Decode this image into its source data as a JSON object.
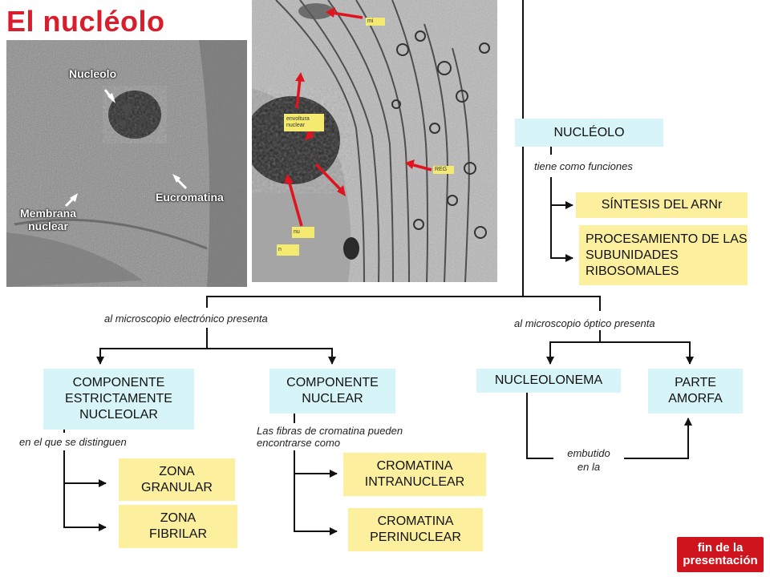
{
  "title": "El nucléolo",
  "photo1": {
    "labels": {
      "nucleolo": "Nucleolo",
      "eucromatina": "Eucromatina",
      "membrana": "Membrana\nnuclear"
    }
  },
  "photo2": {
    "tags": {
      "mi": "mi",
      "envoltura": "envoltura\nnuclear",
      "reg": "REG",
      "nu": "nu",
      "n": "n"
    }
  },
  "boxes": {
    "nucleolo": "NUCLÉOLO",
    "sintesis": "SÍNTESIS DEL ARNr",
    "procesamiento": "PROCESAMIENTO DE LAS SUBUNIDADES RIBOSOMALES",
    "estrictamente": "COMPONENTE ESTRICTAMENTE NUCLEOLAR",
    "nuclear": "COMPONENTE NUCLEAR",
    "nucleolonema": "NUCLEOLONEMA",
    "amorfa": "PARTE AMORFA",
    "granular": "ZONA GRANULAR",
    "fibrilar": "ZONA FIBRILAR",
    "intranuclear": "CROMATINA INTRANUCLEAR",
    "perinuclear": "CROMATINA PERINUCLEAR"
  },
  "labels": {
    "funciones": "tiene como funciones",
    "electronico": "al microscopio electrónico presenta",
    "optico": "al microscopio óptico presenta",
    "distinguen": "en el que se distinguen",
    "fibras": "Las fibras de cromatina pueden\nencontrarse como",
    "embutido": "embutido\nen la"
  },
  "end_button": "fin de la\npresentación",
  "colors": {
    "title": "#d81e2c",
    "cyan_box": "#d7f5f8",
    "yellow_box": "#fcef9e",
    "arrow": "#e0141e",
    "end_button": "#d0141e"
  }
}
